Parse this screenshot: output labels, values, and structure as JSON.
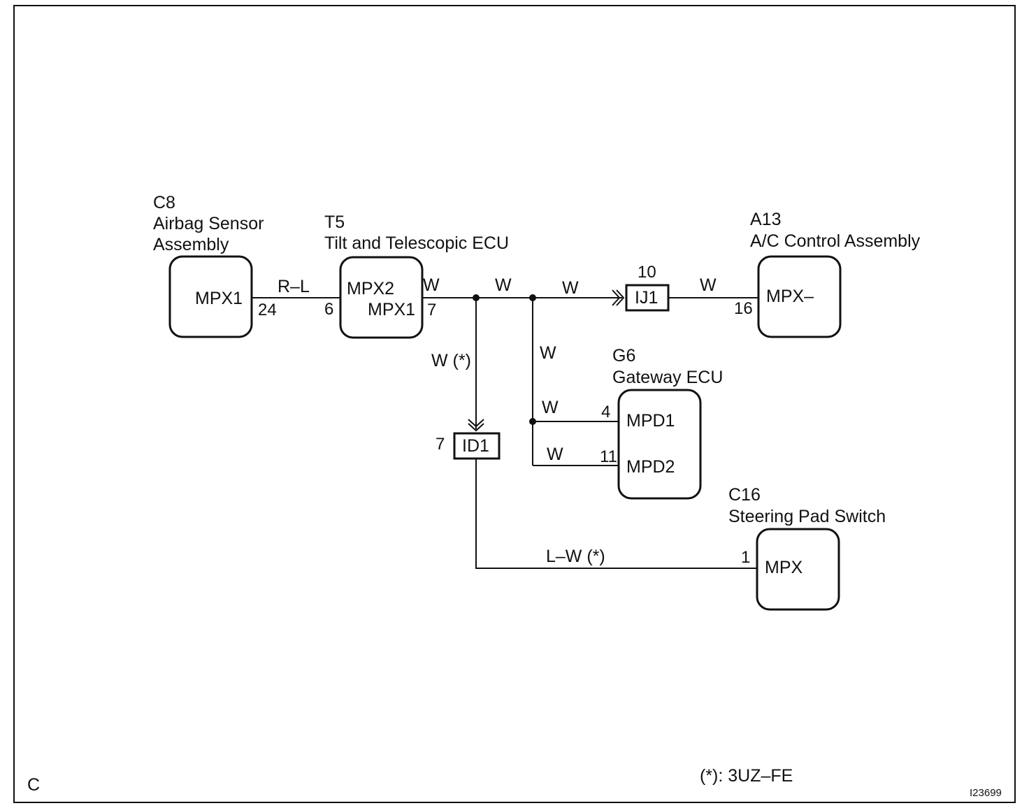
{
  "page_letter": "C",
  "figure_id": "I23699",
  "footnote": "(*): 3UZ–FE",
  "components": {
    "c8": {
      "code": "C8",
      "name_line1": "Airbag Sensor",
      "name_line2": "Assembly",
      "terminal": "MPX1",
      "pin": "24"
    },
    "t5": {
      "code": "T5",
      "name": "Tilt and Telescopic ECU",
      "terminal_in": "MPX2",
      "terminal_out": "MPX1",
      "pin_in": "6",
      "pin_out": "7"
    },
    "a13": {
      "code": "A13",
      "name": "A/C Control Assembly",
      "terminal": "MPX–",
      "pin": "16"
    },
    "g6": {
      "code": "G6",
      "name": "Gateway ECU",
      "terminal1": "MPD1",
      "terminal2": "MPD2",
      "pin1": "4",
      "pin2": "11"
    },
    "c16": {
      "code": "C16",
      "name": "Steering Pad Switch",
      "terminal": "MPX",
      "pin": "1"
    }
  },
  "connectors": {
    "ij1": {
      "name": "IJ1",
      "pin": "10"
    },
    "id1": {
      "name": "ID1",
      "pin": "7"
    }
  },
  "wires": {
    "c8_t5": "R–L",
    "t5_out": "W",
    "trunk": "W",
    "to_ij1": "W",
    "ij1_a13": "W",
    "branch_down": "W",
    "to_mpd1": "W",
    "to_mpd2": "W",
    "to_id1": "W (*)",
    "id1_c16": "L–W (*)"
  }
}
